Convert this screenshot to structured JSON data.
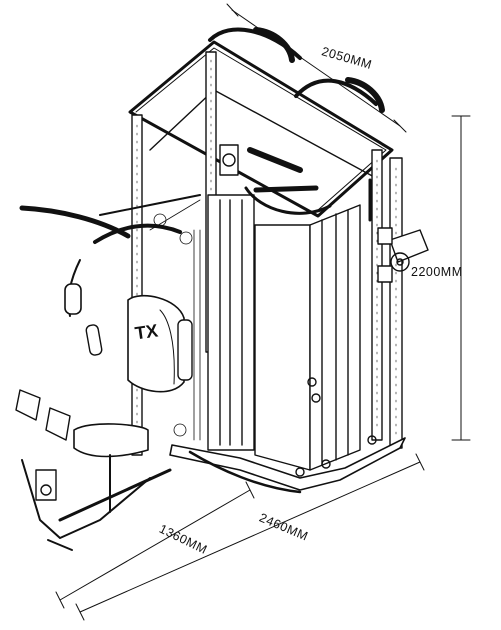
{
  "dimensions": {
    "width_label": "2050MM",
    "height_label": "2200MM",
    "depth_label_front": "1360MM",
    "depth_label_side": "2460MM"
  },
  "brand_mark": "TX",
  "colors": {
    "line": "#111111",
    "background": "#ffffff",
    "fill_light": "#f4f4f4",
    "fill_mid": "#d9d9d9"
  }
}
